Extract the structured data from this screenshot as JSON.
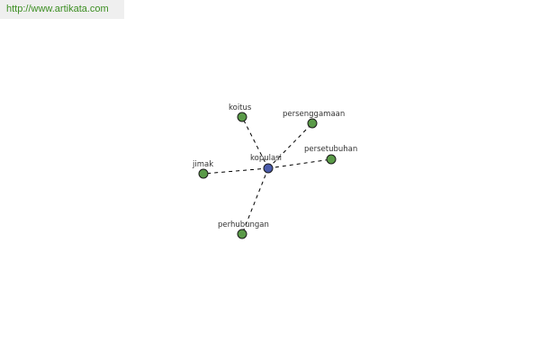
{
  "source": {
    "url_text": "http://www.artikata.com"
  },
  "colors": {
    "url_text": "#3c8e22",
    "url_background": "#efefef",
    "center_node": "#4a5bab",
    "leaf_node": "#5a9a48",
    "edge": "#000000"
  },
  "graph": {
    "center": {
      "label": "kopulasi"
    },
    "nodes": [
      {
        "label": "koitus"
      },
      {
        "label": "persenggamaan"
      },
      {
        "label": "persetubuhan"
      },
      {
        "label": "jimak"
      },
      {
        "label": "perhubungan"
      }
    ]
  }
}
